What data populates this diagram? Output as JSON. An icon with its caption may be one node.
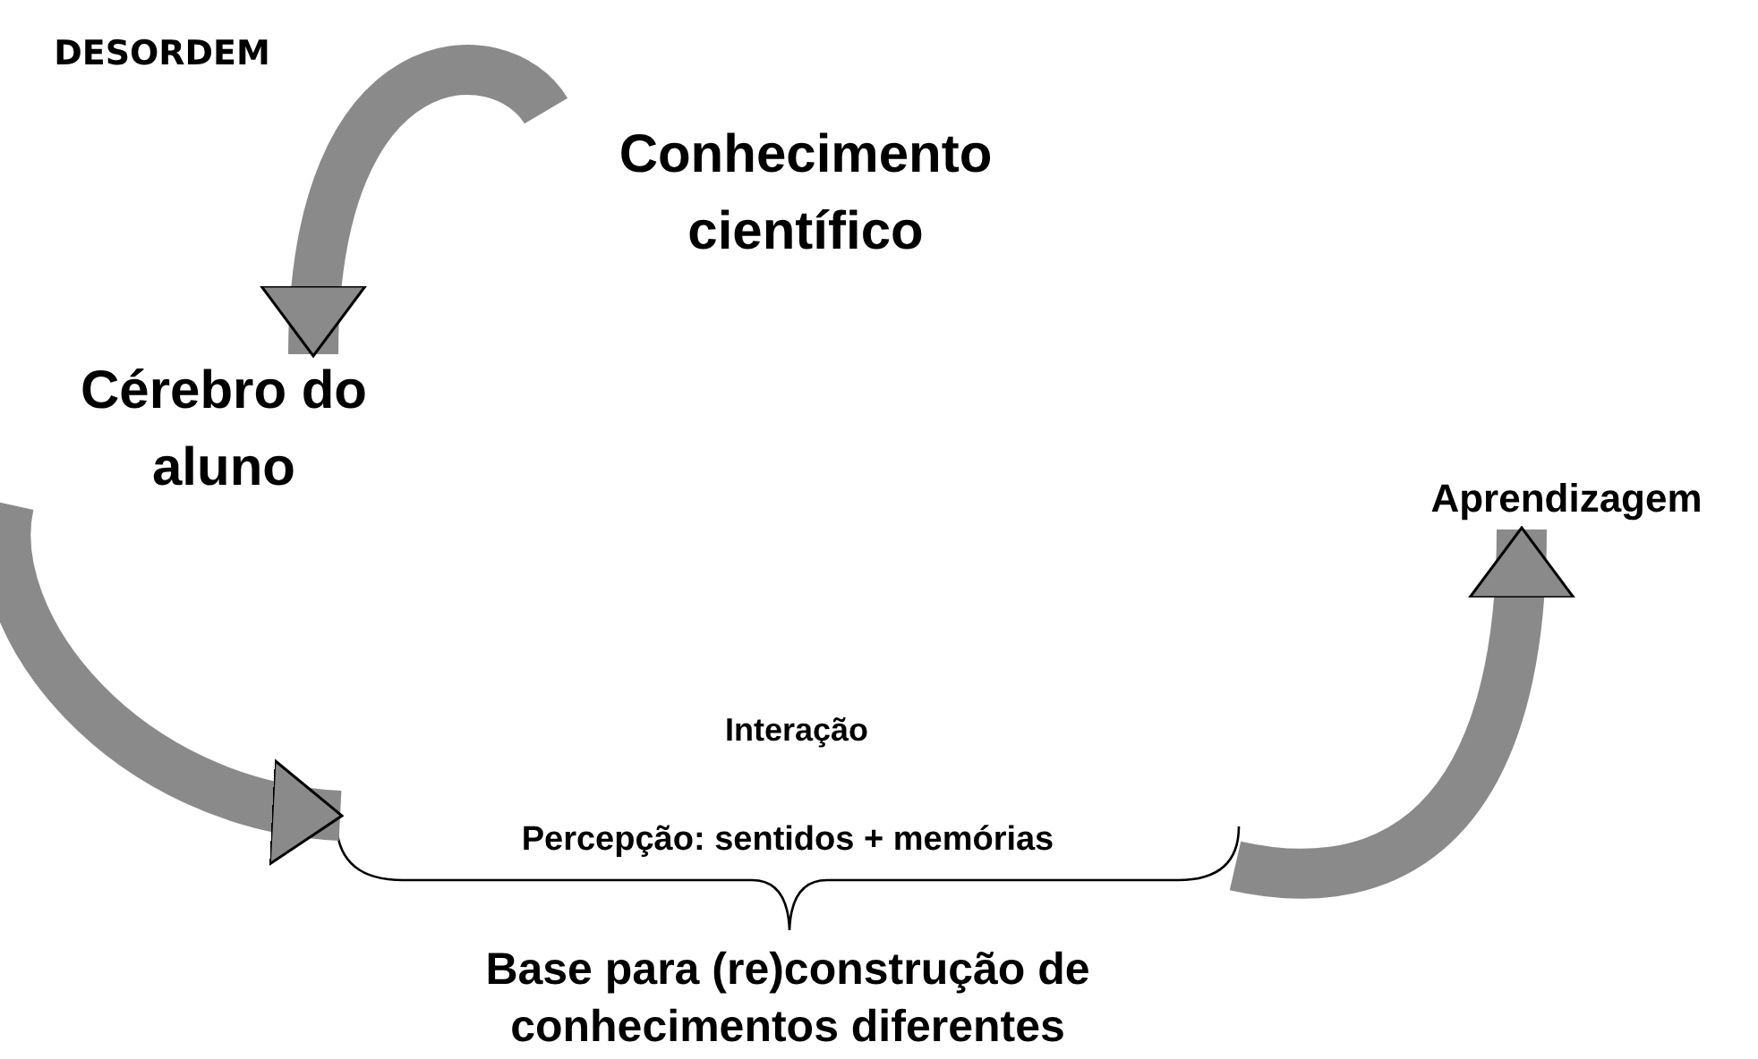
{
  "diagram": {
    "nodes": [
      {
        "text": [
          "DESORDEM"
        ]
      },
      {
        "text": [
          "Conhecimento científico"
        ]
      },
      {
        "text": [
          "Cérebro do aluno"
        ]
      },
      {
        "text": [
          "Interação"
        ]
      },
      {
        "text": [
          "Percepção: sentidos + memórias"
        ]
      },
      {
        "text": [
          "Base para (re)construção de conhecimentos diferentes"
        ]
      },
      {
        "text": [
          "Aprendizagem"
        ]
      }
    ],
    "edges": [
      {
        "from": 1,
        "to": 2,
        "arrow": "to"
      },
      {
        "from": 2,
        "to": 4,
        "arrow": "to"
      },
      {
        "from": 4,
        "to": 6,
        "arrow": "to"
      }
    ]
  }
}
